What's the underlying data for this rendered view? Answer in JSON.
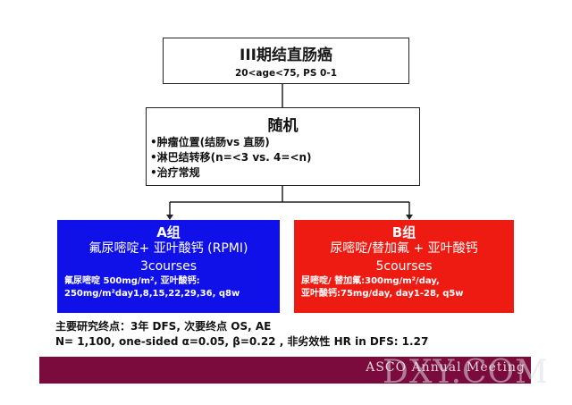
{
  "top": {
    "title": "III期结直肠癌",
    "subtitle": "20<age<75, PS 0-1"
  },
  "randomization": {
    "title": "随机",
    "strata": [
      "肿瘤位置(结肠vs 直肠)",
      "淋巴结转移(n=<3 vs. 4=<n)",
      "治疗常规"
    ],
    "bullet": "•"
  },
  "arm_a": {
    "title": "A组",
    "drug": "氟尿嘧啶+ 亚叶酸钙 (RPMI)",
    "courses": "3courses",
    "dose_line1": "氟尿嘧啶 500mg/m², 亚叶酸钙:",
    "dose_line2": "250mg/m²day1,8,15,22,29,36, q8w",
    "color": "#1010e8"
  },
  "arm_b": {
    "title": "B组",
    "drug": "尿嘧啶/替加氟 + 亚叶酸钙",
    "courses": "5courses",
    "dose_line1": "尿嘧啶/ 替加氟:300mg/m²/day,",
    "dose_line2": "亚叶酸钙:75mg/day, day1-28, q5w",
    "color": "#ee1b12"
  },
  "endpoints": {
    "line1": "主要研究终点：3年 DFS, 次要终点 OS, AE",
    "line2": "N= 1,100, one-sided α=0.05, β=0.22 , 非劣效性 HR in DFS: 1.27"
  },
  "footer": {
    "bar_color": "#7a0b3c",
    "logo_text": "ASCO Annual Meeting",
    "watermark": "DXY.COM"
  }
}
